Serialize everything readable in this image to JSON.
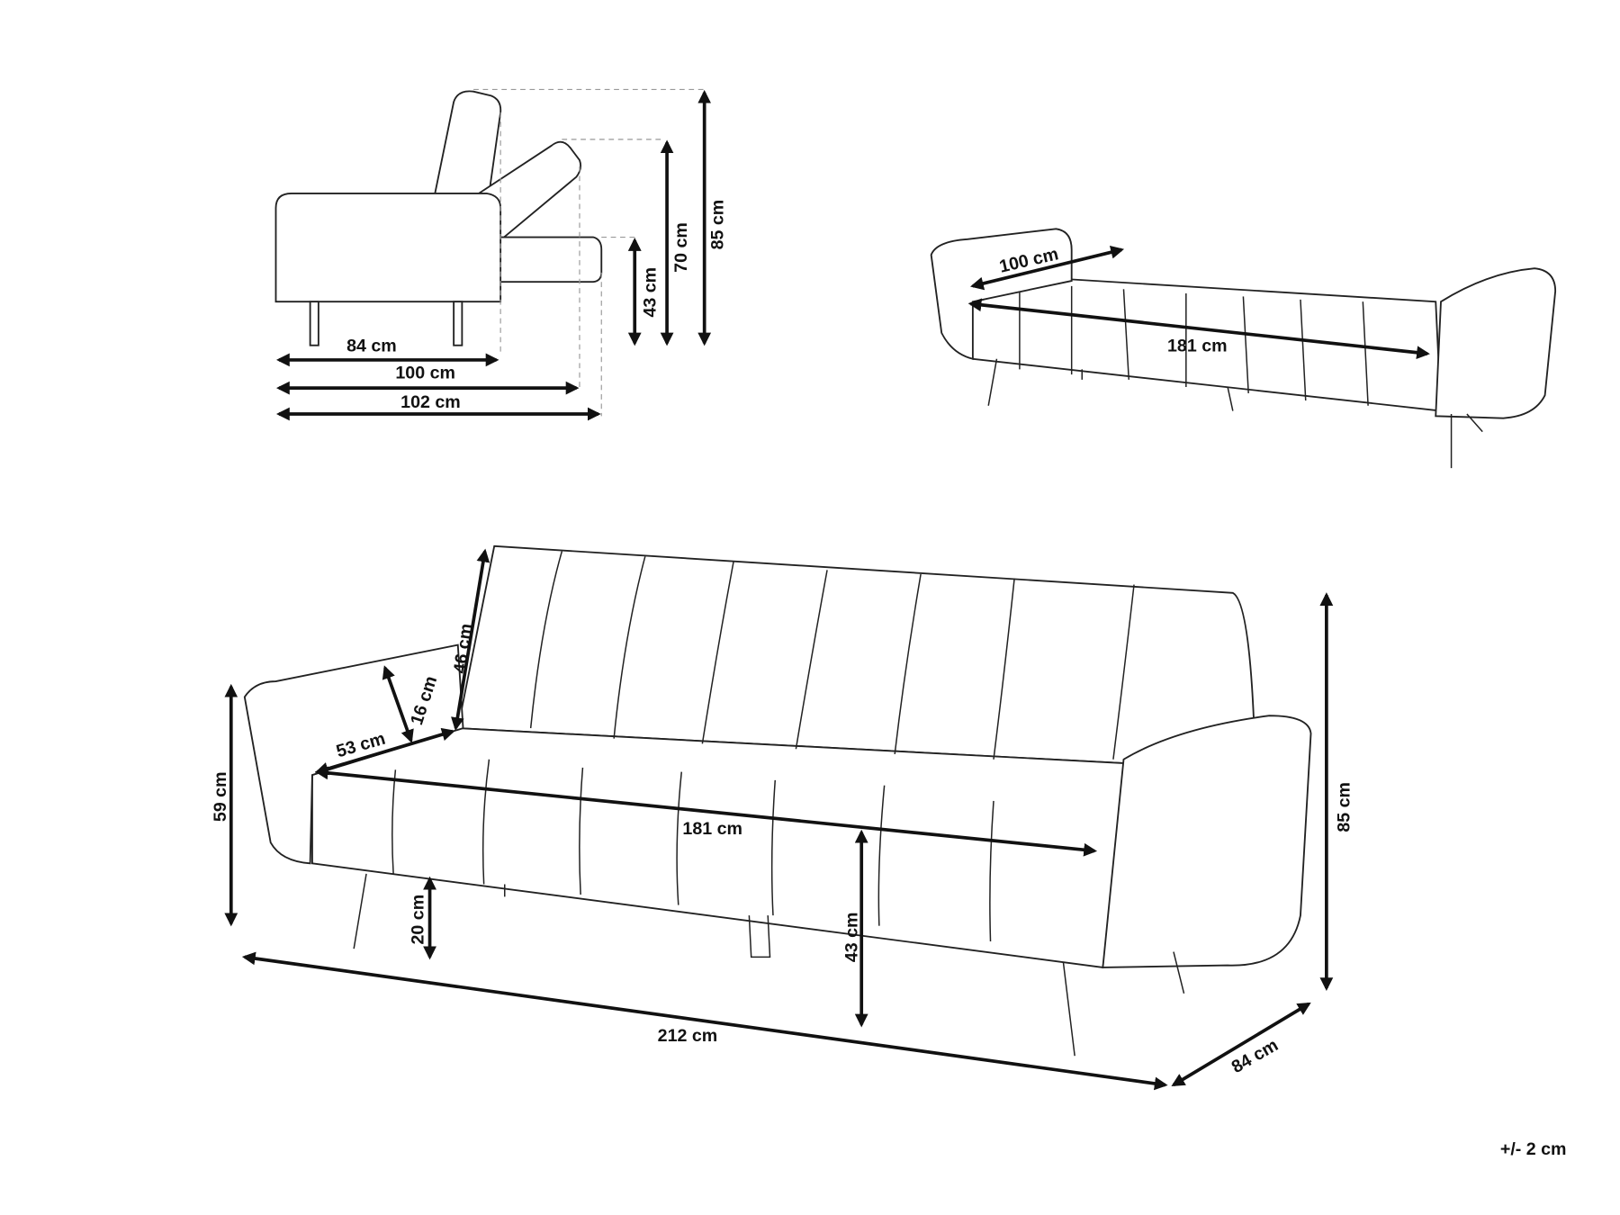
{
  "side_view": {
    "depth_label": "84 cm",
    "depth_reclined_label": "100 cm",
    "depth_bed_label": "102 cm",
    "seat_height_label": "43 cm",
    "reclined_height_label": "70 cm",
    "height_label": "85 cm"
  },
  "bed_view": {
    "bed_width_label": "100 cm",
    "bed_length_label": "181 cm"
  },
  "front_view": {
    "back_height_label": "46 cm",
    "armrest_thickness_label": "16 cm",
    "seat_depth_label": "53 cm",
    "seat_width_label": "181 cm",
    "arm_height_label": "59 cm",
    "leg_height_label": "20 cm",
    "seat_height_label": "43 cm",
    "total_height_label": "85 cm",
    "total_width_label": "212 cm",
    "total_depth_label": "84 cm"
  },
  "tolerance_label": "+/- 2 cm"
}
